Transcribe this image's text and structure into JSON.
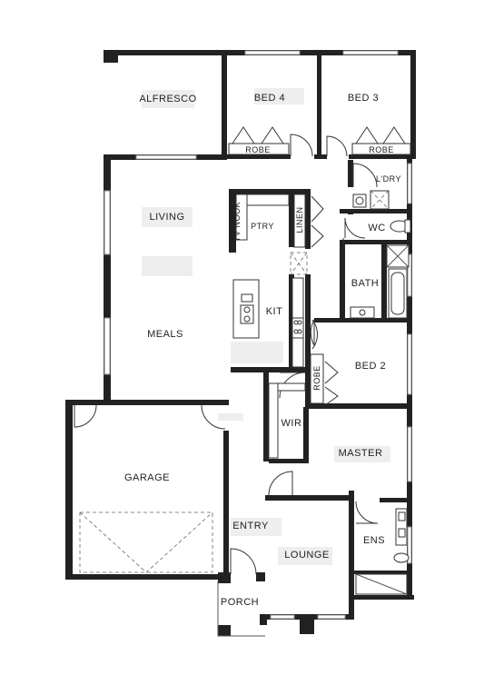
{
  "rooms": {
    "alfresco": "ALFRESCO",
    "bed4": "BED 4",
    "bed3": "BED 3",
    "robe_bed4": "ROBE",
    "robe_bed3": "ROBE",
    "ldry": "L'DRY",
    "living": "LIVING",
    "tv_nook": "TV NOOK",
    "ptry": "PTRY",
    "linen": "LINEN",
    "wc": "WC",
    "kit": "KIT",
    "bath": "BATH",
    "meals": "MEALS",
    "robe_bed2": "ROBE",
    "bed2": "BED 2",
    "wir": "WIR",
    "master": "MASTER",
    "garage": "GARAGE",
    "entry": "ENTRY",
    "lounge": "LOUNGE",
    "ens": "ENS",
    "porch": "PORCH"
  }
}
